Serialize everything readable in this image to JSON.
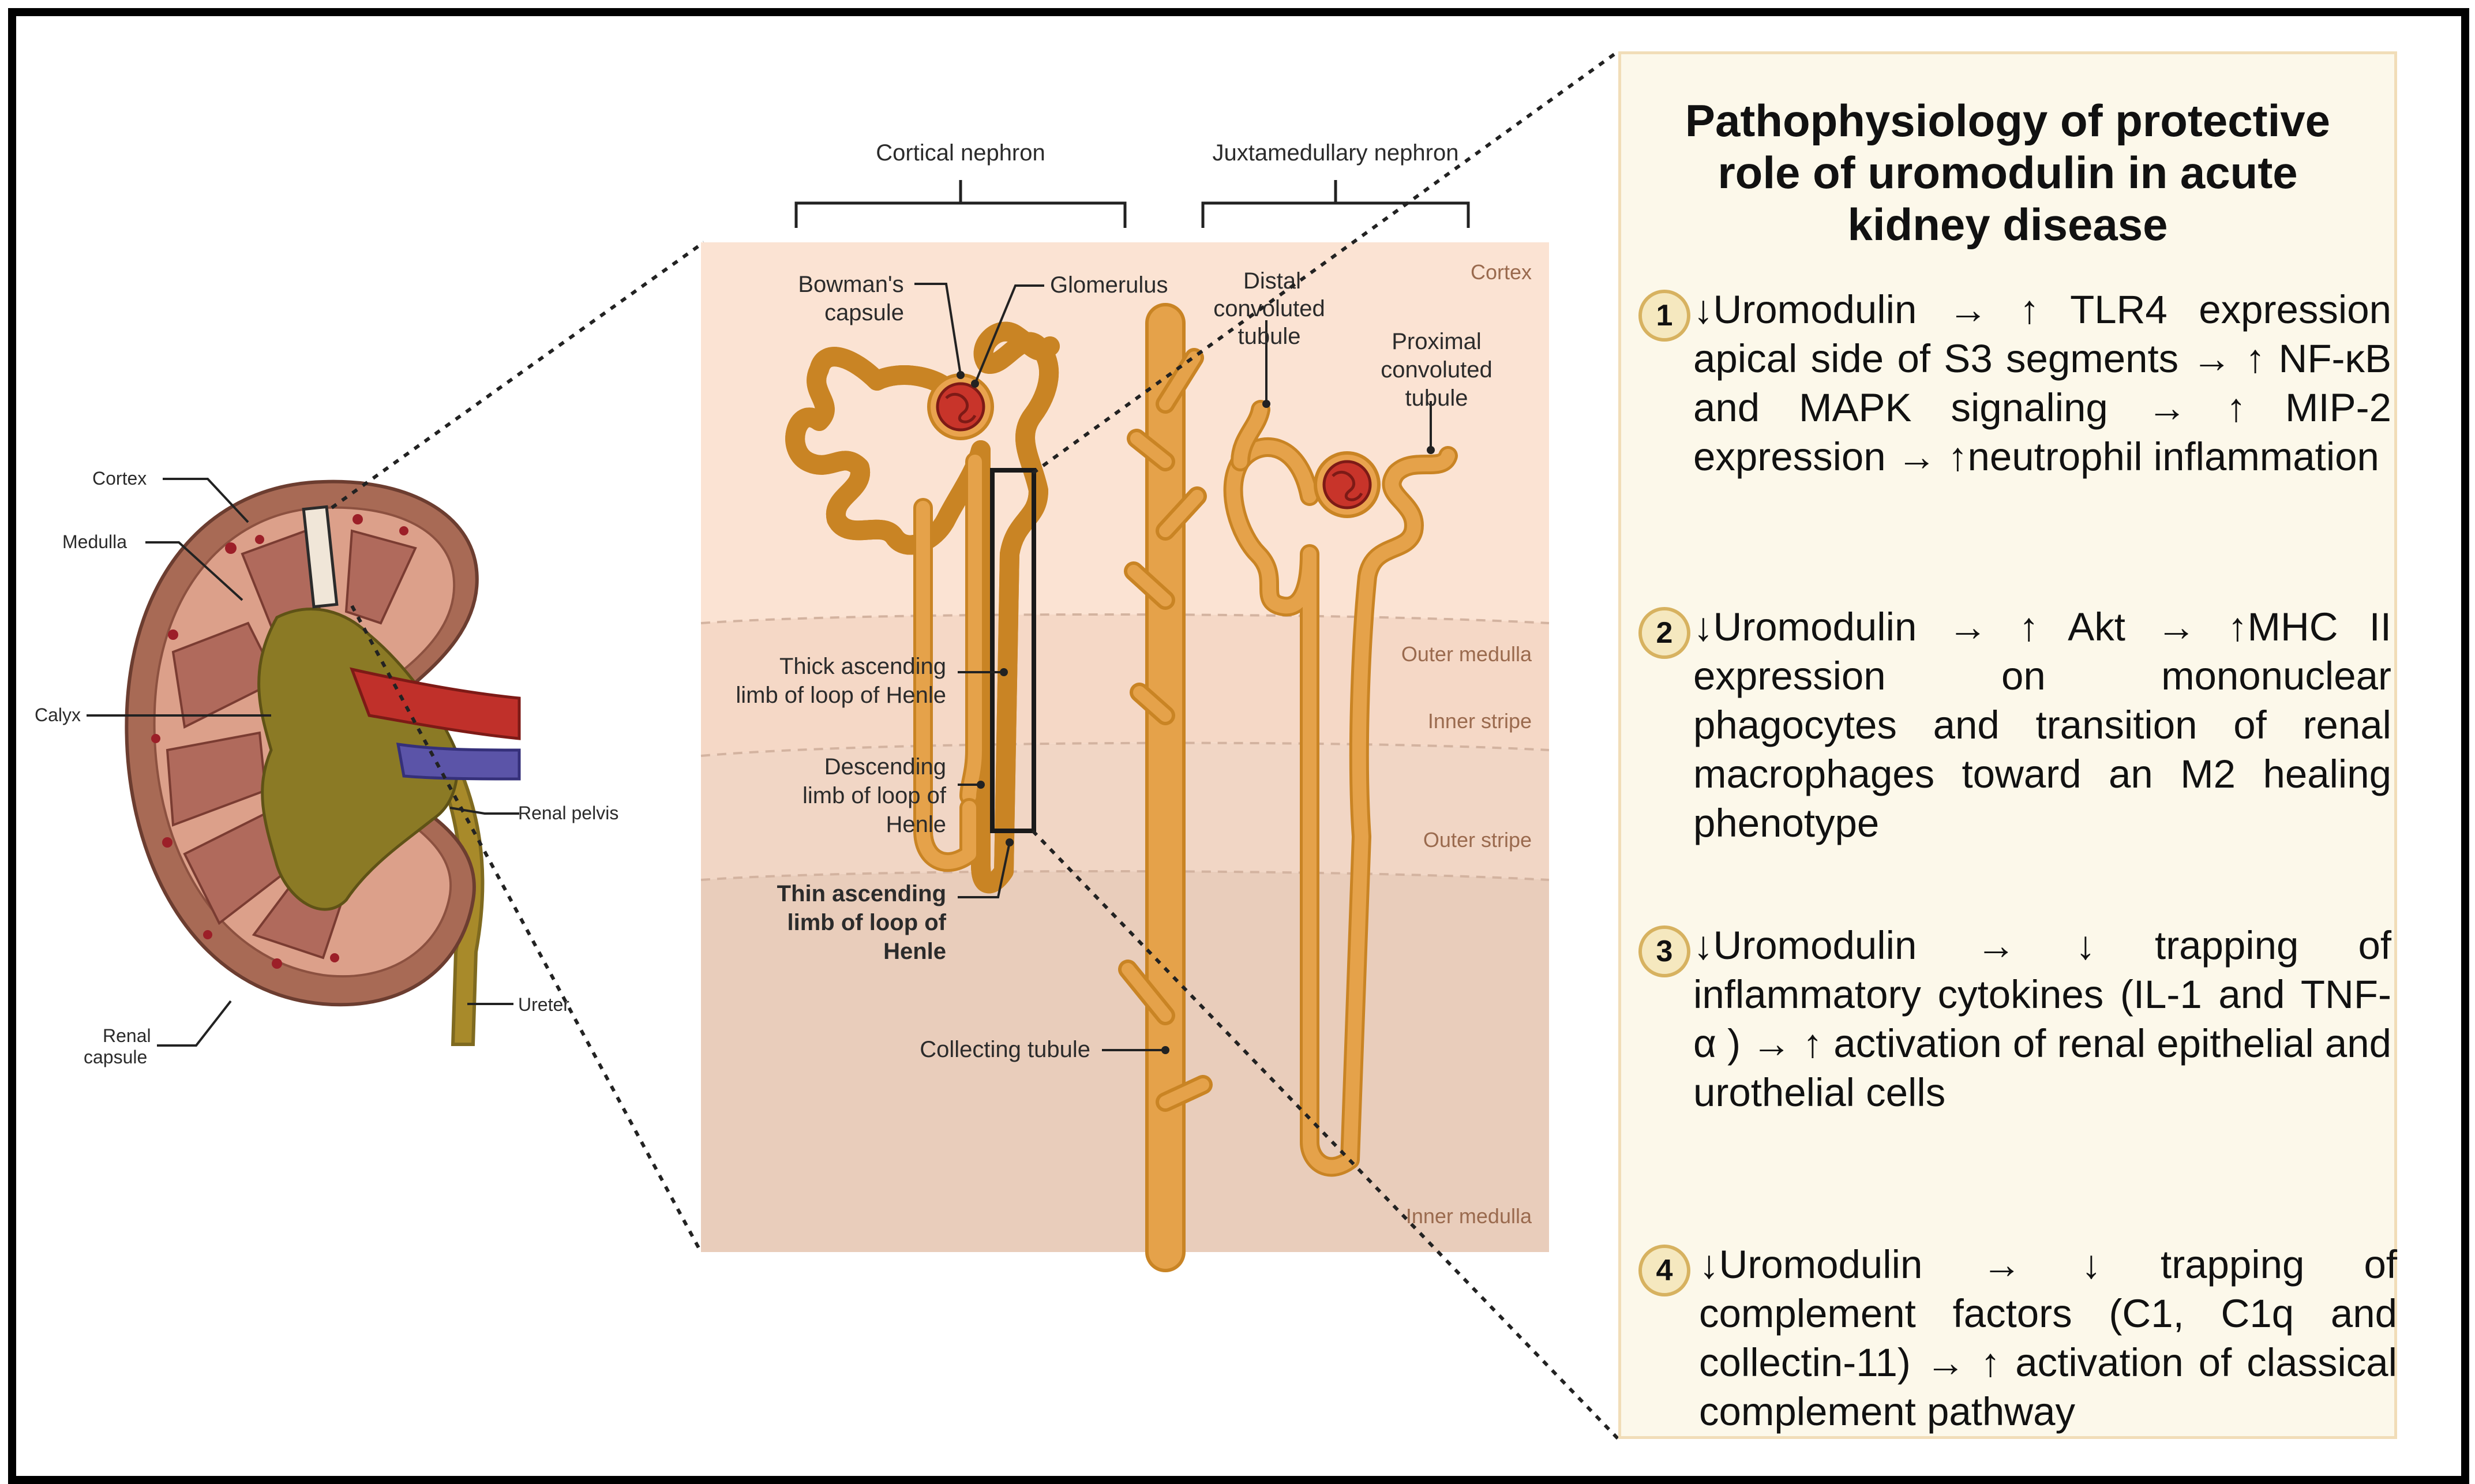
{
  "kidney": {
    "labels": {
      "cortex": "Cortex",
      "medulla": "Medulla",
      "calyx": "Calyx",
      "renal_pelvis": "Renal pelvis",
      "renal_capsule_line1": "Renal",
      "renal_capsule_line2": "capsule",
      "ureter": "Ureter"
    }
  },
  "nephron": {
    "header_cortical": "Cortical nephron",
    "header_juxtamedullary": "Juxtamedullary nephron",
    "zones": {
      "cortex": "Cortex",
      "outer_medulla": "Outer medulla",
      "inner_stripe": "Inner stripe",
      "outer_stripe": "Outer stripe",
      "inner_medulla": "Inner medulla"
    },
    "labels": {
      "bowmans_capsule_line1": "Bowman's",
      "bowmans_capsule_line2": "capsule",
      "glomerulus": "Glomerulus",
      "distal_line1": "Distal",
      "distal_line2": "convoluted",
      "distal_line3": "tubule",
      "proximal_line1": "Proximal",
      "proximal_line2": "convoluted",
      "proximal_line3": "tubule",
      "thick_ascending_line1": "Thick ascending",
      "thick_ascending_line2": "limb of loop of Henle",
      "descending_line1": "Descending",
      "descending_line2": "limb of loop of",
      "descending_line3": "Henle",
      "thin_ascending_line1": "Thin ascending",
      "thin_ascending_line2": "limb of loop of",
      "thin_ascending_line3": "Henle",
      "collecting_tubule": "Collecting tubule"
    }
  },
  "pathophysiology": {
    "title": "Pathophysiology of protective role of uromodulin in acute kidney disease",
    "steps": [
      {
        "number": "1",
        "text": "↓Uromodulin → ↑ TLR4 expression apical side of S3 segments → ↑ NF-κB and MAPK signaling → ↑ MIP-2 expression → ↑neutrophil inflammation"
      },
      {
        "number": "2",
        "text": "↓Uromodulin → ↑ Akt → ↑MHC II expression on mononuclear phagocytes and transition of renal macrophages toward an M2 healing phenotype"
      },
      {
        "number": "3",
        "text": "↓Uromodulin → ↓ trapping of inflammatory cytokines (IL-1 and TNF-α ) → ↑ activation of renal epithelial and urothelial cells"
      },
      {
        "number": "4",
        "text": "↓Uromodulin → ↓ trapping of complement factors (C1, C1q and collectin-11) → ↑ activation of classical complement pathway"
      }
    ]
  },
  "colors": {
    "tubule": "#e5a24a",
    "tubule_edge": "#c98424",
    "cortex_bg": "#fbe3d3",
    "outer_stripe_bg": "#f4d9c8",
    "inner_medulla_bg": "#e9cdbb",
    "glomerulus": "#c8342a",
    "panel_bg": "#fcf8ea",
    "panel_border": "#f1ddb8"
  }
}
